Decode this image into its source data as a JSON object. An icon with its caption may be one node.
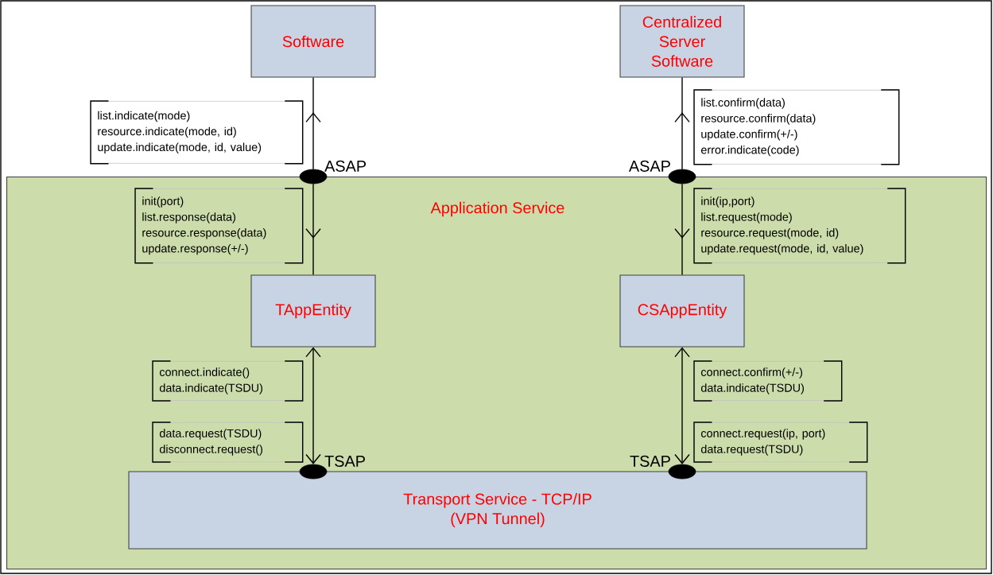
{
  "diagram": {
    "nodes": [
      {
        "text": [
          "Software"
        ]
      },
      {
        "text": [
          "Centralized Server Software"
        ]
      },
      {
        "text": [
          "Application Service"
        ]
      },
      {
        "text": [
          "TAppEntity"
        ],
        "in": 2
      },
      {
        "text": [
          "CSAppEntity"
        ],
        "in": 2
      },
      {
        "text": [
          "Transport Service - TCP/IP (VPN Tunnel)"
        ],
        "in": 2
      },
      {
        "text": [],
        "shape": "ellipse",
        "beside": [
          "ASAP"
        ]
      },
      {
        "text": [],
        "shape": "ellipse",
        "beside": [
          "ASAP"
        ]
      },
      {
        "text": [],
        "shape": "ellipse",
        "beside": [
          "TSAP"
        ],
        "in": 2
      },
      {
        "text": [],
        "shape": "ellipse",
        "beside": [
          "TSAP"
        ],
        "in": 2
      },
      {
        "text": [
          "list.indicate(mode)",
          "resource.indicate(mode, id)",
          "update.indicate(mode, id, value)"
        ]
      },
      {
        "text": [
          "list.confirm(data)",
          "resource.confirm(data)",
          "update.confirm(+/-)",
          "error.indicate(code)"
        ]
      },
      {
        "text": [
          "init(port)",
          "list.response(data)",
          "resource.response(data)",
          "update.response(+/-)"
        ],
        "in": 2
      },
      {
        "text": [
          "init(ip,port)",
          "list.request(mode)",
          "resource.request(mode, id)",
          "update.request(mode, id, value)"
        ],
        "in": 2
      },
      {
        "text": [
          "connect.indicate()",
          "data.indicate(TSDU)"
        ],
        "in": 2
      },
      {
        "text": [
          "connect.confirm(+/-)",
          "data.indicate(TSDU)"
        ],
        "in": 2
      },
      {
        "text": [
          "data.request(TSDU)",
          "disconnect.request()"
        ],
        "in": 2
      },
      {
        "text": [
          "connect.request(ip,  port)",
          "data.request(TSDU)"
        ],
        "in": 2
      }
    ],
    "edges": [
      {
        "from": 6,
        "to": 0,
        "arrow": "to"
      },
      {
        "from": 6,
        "to": 3,
        "arrow": "to"
      },
      {
        "from": 3,
        "to": 8,
        "arrow": "both"
      },
      {
        "from": 7,
        "to": 1,
        "arrow": "to"
      },
      {
        "from": 7,
        "to": 4,
        "arrow": "to"
      },
      {
        "from": 4,
        "to": 9,
        "arrow": "both"
      }
    ]
  }
}
